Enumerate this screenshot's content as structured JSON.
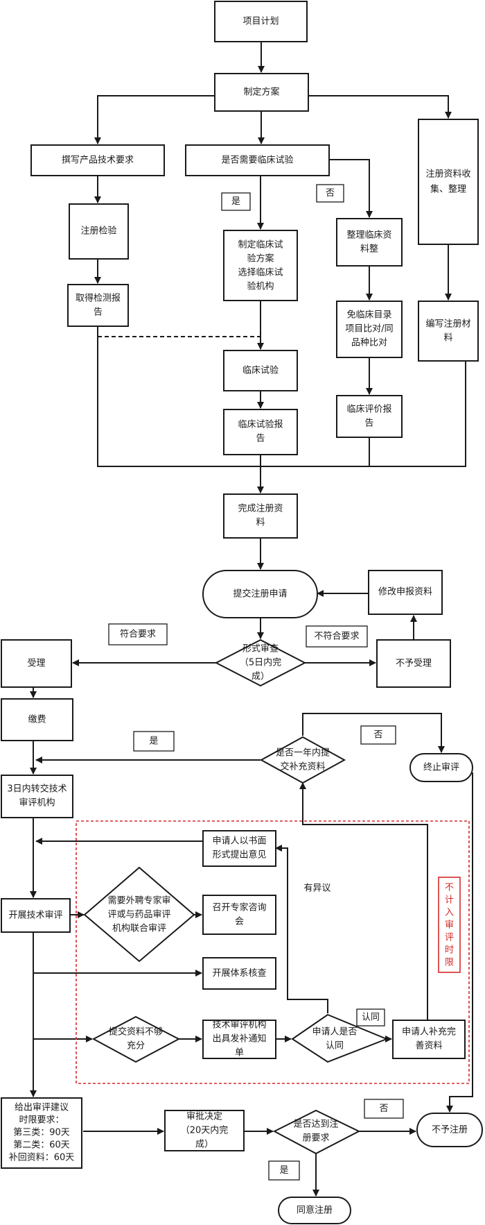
{
  "nodes": {
    "plan": "项目计划",
    "scheme": "制定方案",
    "write_req": "撰写产品技术要求",
    "need_clinical": "是否需要临床试验",
    "collect": [
      "注册资料收",
      "集、整理"
    ],
    "reg_test": "注册检验",
    "get_report": [
      "取得检测报",
      "告"
    ],
    "clin_plan": [
      "制定临床试",
      "验方案",
      "选择临床试",
      "验机构"
    ],
    "organize": [
      "整理临床资",
      "料整"
    ],
    "exempt": [
      "免临床目录",
      "项目比对/同",
      "品种比对"
    ],
    "write_mat": [
      "编写注册材",
      "料"
    ],
    "clin_trial": "临床试验",
    "clin_report": [
      "临床试验报",
      "告"
    ],
    "clin_eval": [
      "临床评价报",
      "告"
    ],
    "complete": [
      "完成注册资",
      "料"
    ],
    "submit": "提交注册申请",
    "modify": "修改申报资料",
    "formal": [
      "形式审查",
      "（5日内完",
      "成）"
    ],
    "accept": "受理",
    "reject_accept": "不予受理",
    "fee": "缴费",
    "within_year": [
      "是否一年内提",
      "交补充资料"
    ],
    "terminate": "终止审评",
    "transfer": [
      "3日内转交技术",
      "审评机构"
    ],
    "written": [
      "申请人以书面",
      "形式提出意见"
    ],
    "expert_need": [
      "需要外聘专家审",
      "评或与药品审评",
      "机构联合审评"
    ],
    "expert_meet": [
      "召开专家咨询",
      "会"
    ],
    "tech_review": "开展技术审评",
    "system_check": "开展体系核查",
    "insufficient": [
      "提交资料不够",
      "充分"
    ],
    "notice": [
      "技术审评机构",
      "出具发补通知",
      "单"
    ],
    "agree": [
      "申请人是否",
      "认同"
    ],
    "supplement": [
      "申请人补充完",
      "善资料"
    ],
    "advice": [
      "给出审评建议",
      "时限要求：",
      "第三类：90天",
      "第二类：60天",
      "补回资料：60天"
    ],
    "approval": [
      "审批决定",
      "（20天内完",
      "成）"
    ],
    "meets": [
      "是否达到注",
      "册要求"
    ],
    "deny": "不予注册",
    "grant": "同意注册"
  },
  "labels": {
    "yes_clinical": "是",
    "no_clinical": "否",
    "conform": "符合要求",
    "not_conform": "不符合要求",
    "yes_year": "是",
    "no_year": "否",
    "objection": "有异议",
    "agree": "认同",
    "no_final": "否",
    "yes_final": "是"
  },
  "red_note": [
    "不",
    "计",
    "入",
    "审",
    "评",
    "时",
    "限"
  ]
}
